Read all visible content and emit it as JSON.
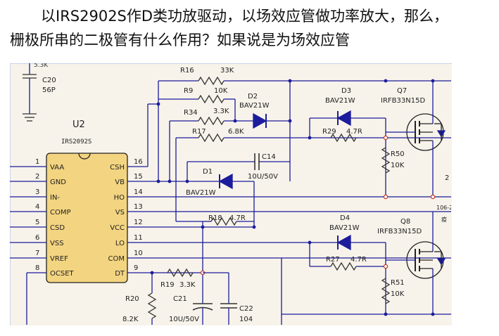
{
  "question": {
    "line1": "以IRS2902S作D类功放驱动，以场效应管做功率放大，那么，",
    "line2": "栅极所串的二极管有什么作用？如果说是为场效应管"
  },
  "schematic": {
    "top_cut_text": "5.3K",
    "c20": {
      "ref": "C20",
      "value": "56P"
    },
    "u2": {
      "ref": "U2",
      "part": "IRS2092S"
    },
    "left_pins": [
      {
        "num": "1",
        "name": "VAA"
      },
      {
        "num": "2",
        "name": "GND"
      },
      {
        "num": "3",
        "name": "IN-"
      },
      {
        "num": "4",
        "name": "COMP"
      },
      {
        "num": "5",
        "name": "CSD"
      },
      {
        "num": "6",
        "name": "VSS"
      },
      {
        "num": "7",
        "name": "VREF"
      },
      {
        "num": "8",
        "name": "OCSET"
      }
    ],
    "right_pins": [
      {
        "num": "16",
        "name": "CSH"
      },
      {
        "num": "15",
        "name": "VB"
      },
      {
        "num": "14",
        "name": "HO"
      },
      {
        "num": "13",
        "name": "VS"
      },
      {
        "num": "12",
        "name": "VCC"
      },
      {
        "num": "11",
        "name": "LO"
      },
      {
        "num": "10",
        "name": "COM"
      },
      {
        "num": "9",
        "name": "DT"
      }
    ],
    "r16": {
      "ref": "R16",
      "value": "33K"
    },
    "r9": {
      "ref": "R9",
      "value": "10K"
    },
    "r34": {
      "ref": "R34",
      "value": "3.3K"
    },
    "r17": {
      "ref": "R17",
      "value": "6.8K"
    },
    "d2": {
      "ref": "D2",
      "part": "BAV21W"
    },
    "d1": {
      "ref": "D1",
      "part": "BAV21W"
    },
    "c14": {
      "ref": "C14",
      "value": "10U/50V"
    },
    "r18": {
      "ref": "R18",
      "value": "4.7R"
    },
    "d3": {
      "ref": "D3",
      "part": "BAV21W"
    },
    "q7": {
      "ref": "Q7",
      "part": "IRFB33N15D"
    },
    "r29": {
      "ref": "R29",
      "value": "4.7R"
    },
    "r50": {
      "ref": "R50",
      "value": "10K"
    },
    "d4": {
      "ref": "D4",
      "part": "BAV21W"
    },
    "q8": {
      "ref": "Q8",
      "part": "IRFB33N15D"
    },
    "r27": {
      "ref": "R27",
      "value": "4.7R"
    },
    "r51": {
      "ref": "R51",
      "value": "10K"
    },
    "r19": {
      "ref": "R19",
      "value": "3.3K"
    },
    "r20": {
      "ref": "R20",
      "value": "8.2K"
    },
    "c21": {
      "ref": "C21",
      "value": "10U/50V"
    },
    "c22": {
      "ref": "C22",
      "value": "104"
    },
    "edge_label_1": "2",
    "edge_label_2": "106-2",
    "edge_label_3": "疫"
  }
}
